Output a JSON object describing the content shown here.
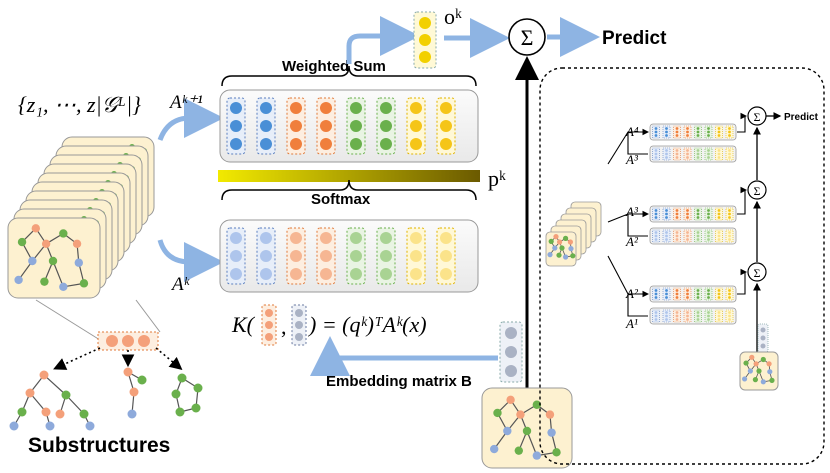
{
  "labels": {
    "set_notation": "{z₁, ⋯, z|𝒢ᴸ|}",
    "weighted_sum": "Weighted Sum",
    "softmax": "Softmax",
    "predict": "Predict",
    "predict_small": "Predict",
    "substructures": "Substructures",
    "embedding_matrix": "Embedding matrix B",
    "ok": "oᵏ",
    "pk": "pᵏ",
    "a_k1": "Aᵏ⁺¹",
    "a_k": "Aᵏ",
    "sigma": "Σ",
    "kernel_prefix": "K(",
    "kernel_comma": ",",
    "kernel_suffix": ") = (qᵏ)ᵀAᵏ(x)",
    "inset_a4": "A⁴",
    "inset_a3_top": "A³",
    "inset_a3_mid": "A³",
    "inset_a2_mid": "A²",
    "inset_a2_bot": "A²",
    "inset_a1": "A¹"
  },
  "colors": {
    "blue": "#4a8fd6",
    "orange": "#f07f3c",
    "green": "#6ab04c",
    "yellow": "#f5c518",
    "arrow": "#8eb4e3",
    "node_cream": "#fdf1d0"
  }
}
